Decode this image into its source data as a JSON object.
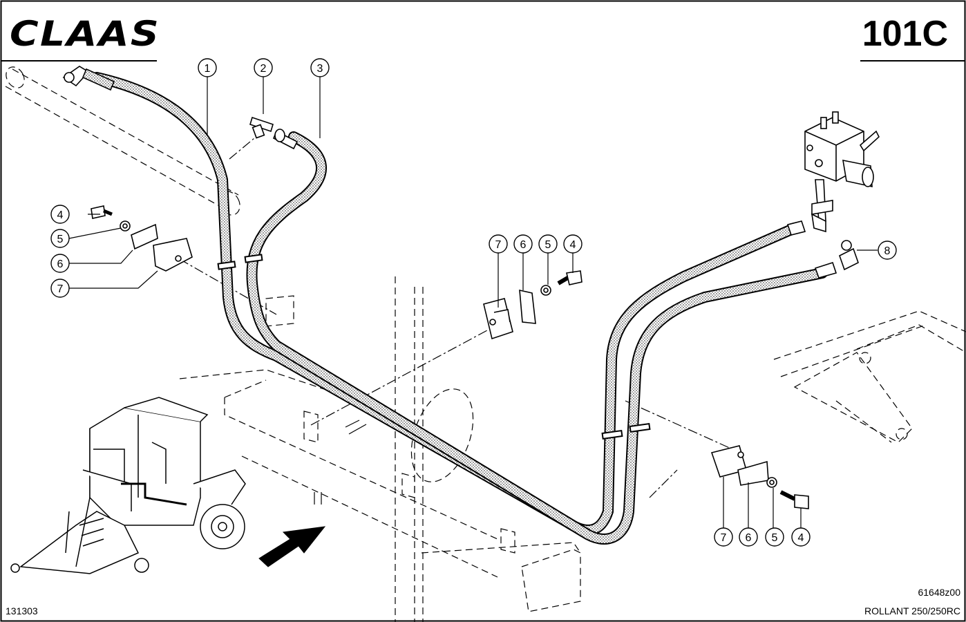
{
  "header": {
    "brand": "CLAAS",
    "page_code": "101C"
  },
  "callouts": [
    {
      "id": "c1-top",
      "label": "1"
    },
    {
      "id": "c2-top",
      "label": "2"
    },
    {
      "id": "c3-top",
      "label": "3"
    },
    {
      "id": "c4-left",
      "label": "4"
    },
    {
      "id": "c5-left",
      "label": "5"
    },
    {
      "id": "c6-left",
      "label": "6"
    },
    {
      "id": "c7-left",
      "label": "7"
    },
    {
      "id": "c7-mid",
      "label": "7"
    },
    {
      "id": "c6-mid",
      "label": "6"
    },
    {
      "id": "c5-mid",
      "label": "5"
    },
    {
      "id": "c4-mid",
      "label": "4"
    },
    {
      "id": "c8-right",
      "label": "8"
    },
    {
      "id": "c7-bot",
      "label": "7"
    },
    {
      "id": "c6-bot",
      "label": "6"
    },
    {
      "id": "c5-bot",
      "label": "5"
    },
    {
      "id": "c4-bot",
      "label": "4"
    }
  ],
  "footer": {
    "drawing_number": "61648z00",
    "date_code": "131303",
    "model": "ROLLANT 250/250RC"
  },
  "colors": {
    "ink": "#000000",
    "hose_fill": "#c8c8c8",
    "paper": "#ffffff"
  }
}
